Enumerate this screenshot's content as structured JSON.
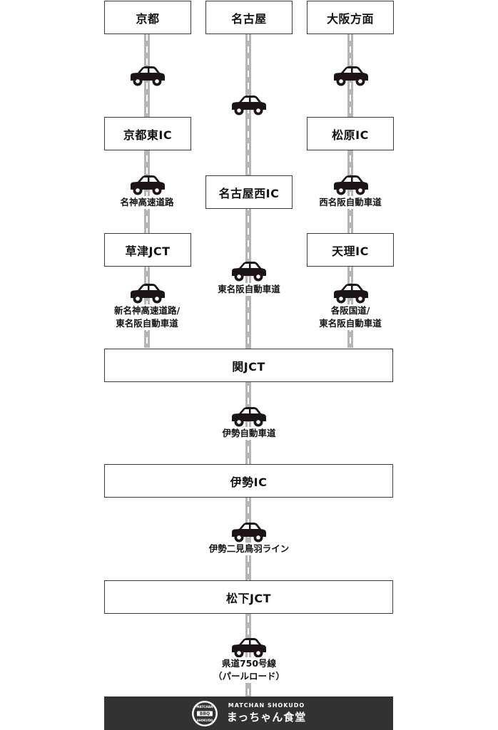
{
  "nodes": {
    "kyoto": "京都",
    "nagoya": "名古屋",
    "osaka": "大阪方面",
    "kyoto_higashi_ic": "京都東IC",
    "matsubara_ic": "松原IC",
    "nagoya_nishi_ic": "名古屋西IC",
    "kusatsu_jct": "草津JCT",
    "tenri_ic": "天理IC",
    "seki_jct": "関JCT",
    "ise_ic": "伊勢IC",
    "matsushita_jct": "松下JCT"
  },
  "routes": {
    "meishin": "名神高速道路",
    "nishimeihan": "西名阪自動車道",
    "higashimeihan": "東名阪自動車道",
    "shinmeishin_1": "新名神高速道路/",
    "shinmeishin_2": "東名阪自動車道",
    "kakuhan_1": "各阪国道/",
    "kakuhan_2": "東名阪自動車道",
    "ise_expressway": "伊勢自動車道",
    "ise_futami_toba": "伊勢二見鳥羽ライン",
    "pearl_1": "県道750号線",
    "pearl_2": "（パールロード）"
  },
  "footer": {
    "badge_top": "MATCHAN",
    "badge_mid": "BBQ",
    "badge_bottom": "SHOKUDO",
    "brand_sub": "MATCHAN SHOKUDO",
    "brand_main": "まっちゃん食堂"
  },
  "icons": [
    "car-icon",
    "bbq-badge-icon"
  ],
  "colors": {
    "road": "#b5b5b5",
    "car": "#1c1416",
    "footer": "#323232"
  }
}
